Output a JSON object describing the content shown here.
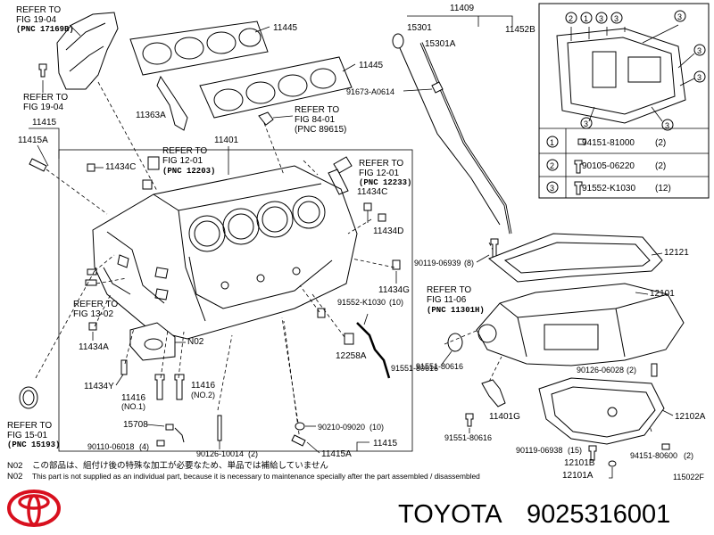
{
  "labels": {
    "refer_19_04_top": "REFER TO",
    "refer_19_04_top_fig": "FIG 19-04",
    "pnc_17169b": "(PNC 17169B)",
    "refer_19_04_b": "REFER TO",
    "refer_19_04_b_fig": "FIG 19-04",
    "p11415": "11415",
    "p11415a": "11415A",
    "p11445a": "11445",
    "p11445b": "11445",
    "p11363a": "11363A",
    "refer_84_01": "REFER TO",
    "refer_84_01_fig": "FIG 84-01",
    "pnc_89615": "(PNC 89615)",
    "p11409": "11409",
    "p15301": "15301",
    "p15301a": "15301A",
    "p11452b": "11452B",
    "p91673": "91673-A0614",
    "p11401": "11401",
    "p11434c_a": "11434C",
    "refer_12_01_a": "REFER TO",
    "refer_12_01_a_fig": "FIG 12-01",
    "pnc_12203": "(PNC 12203)",
    "refer_12_01_b": "REFER TO",
    "refer_12_01_b_fig": "FIG 12-01",
    "pnc_12233": "(PNC 12233)",
    "p11434c_b": "11434C",
    "p11434d": "11434D",
    "p90119_06939": "90119-06939",
    "q8": "(8)",
    "p12121": "12121",
    "refer_15_01_side": "REFER TO",
    "refer_13_02": "FIG 13-02",
    "p11434g": "11434G",
    "refer_11_06": "REFER TO",
    "refer_11_06_fig": "FIG 11-06",
    "pnc_11301h": "(PNC 11301H)",
    "p12101": "12101",
    "p91552_k1030": "91552-K1030",
    "q10a": "(10)",
    "p11434a": "11434A",
    "pN02": "N02",
    "p12258a": "12258A",
    "p91551_80616a": "91551-80616",
    "p90126_06028": "90126-06028",
    "q2a": "(2)",
    "p11434y": "11434Y",
    "p11416_no1": "11416",
    "no1": "(NO.1)",
    "p11416_no2": "11416",
    "no2": "(NO.2)",
    "p11401g": "11401G",
    "p12102a": "12102A",
    "refer_15_01": "REFER TO",
    "refer_15_01_fig": "FIG 15-01",
    "pnc_15193": "(PNC 15193)",
    "p15708": "15708",
    "p90210": "90210-09020",
    "q10b": "(10)",
    "p11415_b": "11415",
    "p90110": "90110-06018",
    "q4": "(4)",
    "p90126_10014": "90126-10014",
    "q2b": "(2)",
    "p11415a_b": "11415A",
    "p91551_80616b": "91551-80616",
    "p90119_06938": "90119-06938",
    "q15": "(15)",
    "p94151_80600": "94151-80600",
    "q2c": "(2)",
    "p12101b": "12101B",
    "p12101a": "12101A",
    "fig_code": "115022F"
  },
  "table": {
    "rows": [
      {
        "num": "1",
        "part": "94151-81000",
        "qty": "(2)"
      },
      {
        "num": "2",
        "part": "90105-06220",
        "qty": "(2)"
      },
      {
        "num": "3",
        "part": "91552-K1030",
        "qty": "(12)"
      }
    ]
  },
  "notes": {
    "n02_jp_code": "N02",
    "n02_jp": "この部品は、組付け後の特殊な加工が必要なため、単品では補給していません",
    "n02_en_code": "N02",
    "n02_en": "This part is not supplied as an individual part, because it is necessary to maintenance specially after the part assembled / disassembled"
  },
  "brand": {
    "name": "TOYOTA",
    "part_number": "9025316001"
  },
  "colors": {
    "logo_red": "#d8101e",
    "line": "#000000"
  }
}
